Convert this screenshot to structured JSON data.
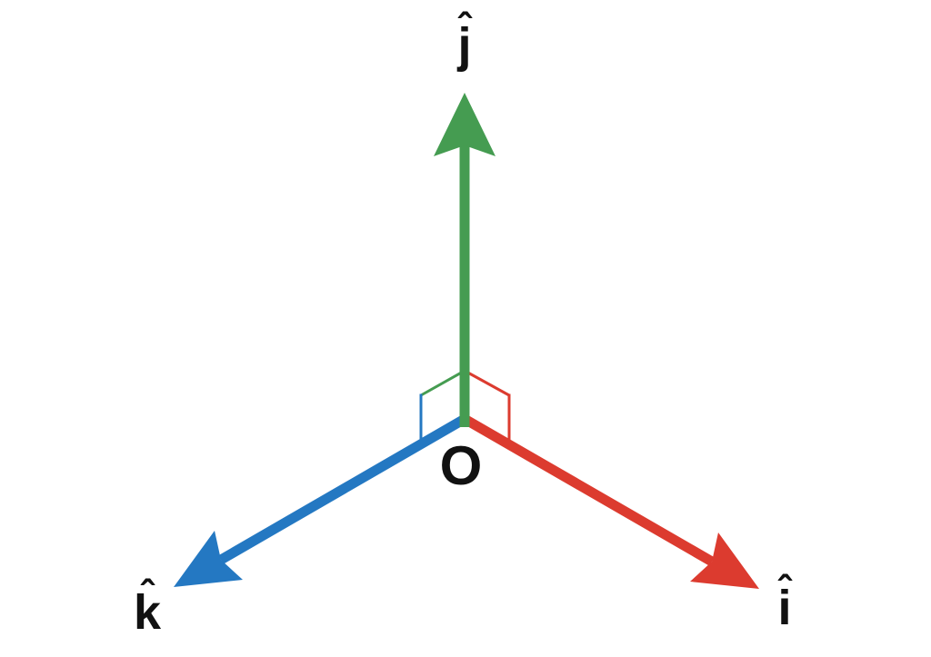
{
  "labels": {
    "hat": "ˆ",
    "j_axis": "j",
    "i_axis": "i",
    "k_axis": "k",
    "origin": "O"
  },
  "colors": {
    "j_axis": "#459c51",
    "i_axis": "#dc3b2f",
    "k_axis": "#2478c2",
    "label_text": "#111111",
    "background": "#ffffff"
  },
  "axes": [
    {
      "name": "j-axis",
      "label": "j",
      "direction": "up",
      "color": "#459c51"
    },
    {
      "name": "i-axis",
      "label": "i",
      "direction": "down-right",
      "color": "#dc3b2f"
    },
    {
      "name": "k-axis",
      "label": "k",
      "direction": "down-left",
      "color": "#2478c2"
    }
  ]
}
